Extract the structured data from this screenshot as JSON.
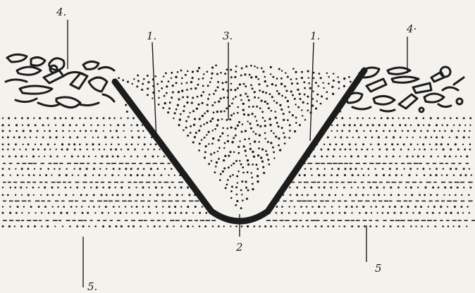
{
  "diagram": {
    "labels": {
      "embankment_left": "1.",
      "embankment_right": "1.",
      "channel_bottom": "2",
      "channel_fill": "3.",
      "surface_debris_left": "4.",
      "surface_debris_right": "4·",
      "ground_left": "5.",
      "ground_right": "5"
    },
    "colors": {
      "ink": "#1c1c1c",
      "paper": "#f4f2ec"
    }
  }
}
